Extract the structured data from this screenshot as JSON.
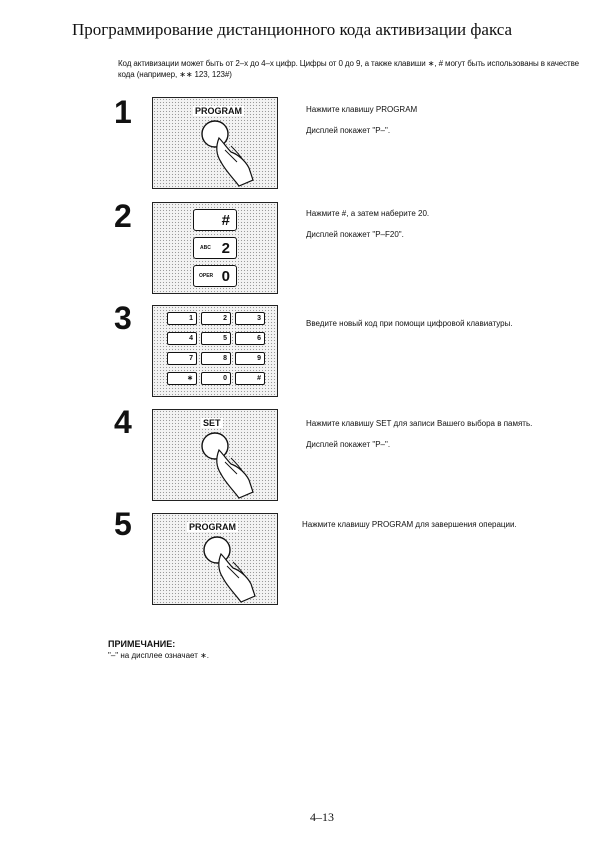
{
  "title": "Программирование дистанционного кода активизации факса",
  "intro": "Код активизации может быть от 2–х до 4–х цифр. Цифры от 0 до 9, а также клавиши ∗, # могут быть использованы в качестве кода (например, ∗∗ 123, 123#)",
  "steps": [
    {
      "num": "1",
      "panel_label": "PROGRAM",
      "lines": [
        "Нажмите клавишу PROGRAM",
        "Дисплей покажет \"P–\"."
      ]
    },
    {
      "num": "2",
      "keys": [
        {
          "sub": "",
          "main": "#"
        },
        {
          "sub": "ABC",
          "main": "2"
        },
        {
          "sub": "OPER",
          "main": "0"
        }
      ],
      "lines": [
        "Нажмите #, а затем наберите 20.",
        "Дисплей покажет \"P–F20\"."
      ]
    },
    {
      "num": "3",
      "keypad": [
        [
          "1",
          "2",
          "3"
        ],
        [
          "4",
          "5",
          "6"
        ],
        [
          "7",
          "8",
          "9"
        ],
        [
          "∗",
          "0",
          "#"
        ]
      ],
      "lines": [
        "Введите новый код при помощи цифровой клавиатуры."
      ]
    },
    {
      "num": "4",
      "panel_label": "SET",
      "lines": [
        "Нажмите клавишу SET для записи Вашего выбора в память.",
        "Дисплей покажет \"P–\"."
      ]
    },
    {
      "num": "5",
      "panel_label": "PROGRAM",
      "lines": [
        "Нажмите клавишу PROGRAM для завершения операции."
      ]
    }
  ],
  "note": {
    "heading": "ПРИМЕЧАНИЕ:",
    "text": "\"‒\" на дисплее означает ∗."
  },
  "page_number": "4–13"
}
